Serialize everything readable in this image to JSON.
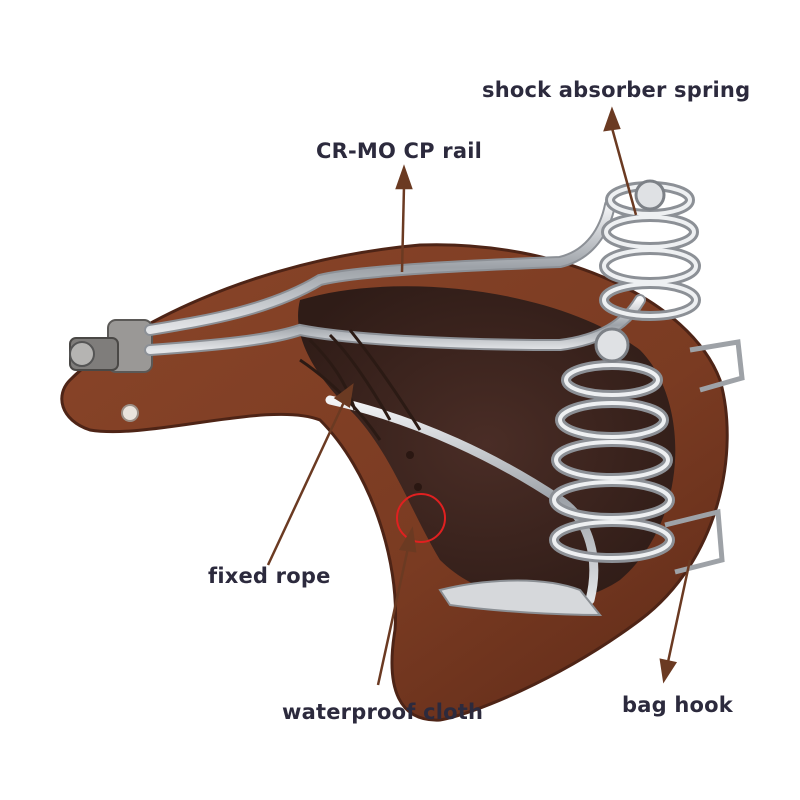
{
  "colors": {
    "leather": "#7a3b22",
    "leather_dark": "#4e2416",
    "cloth": "#3f2620",
    "chrome": "#c9ccd1",
    "arrow": "#6b3a22",
    "label_text": "#2c2a3d",
    "highlight_circle": "#e02020"
  },
  "labels": {
    "shock_absorber_spring": "shock absorber spring",
    "rail": "CR-MO CP rail",
    "fixed_rope": "fixed rope",
    "waterproof_cloth": "waterproof cloth",
    "bag_hook": "bag hook"
  }
}
